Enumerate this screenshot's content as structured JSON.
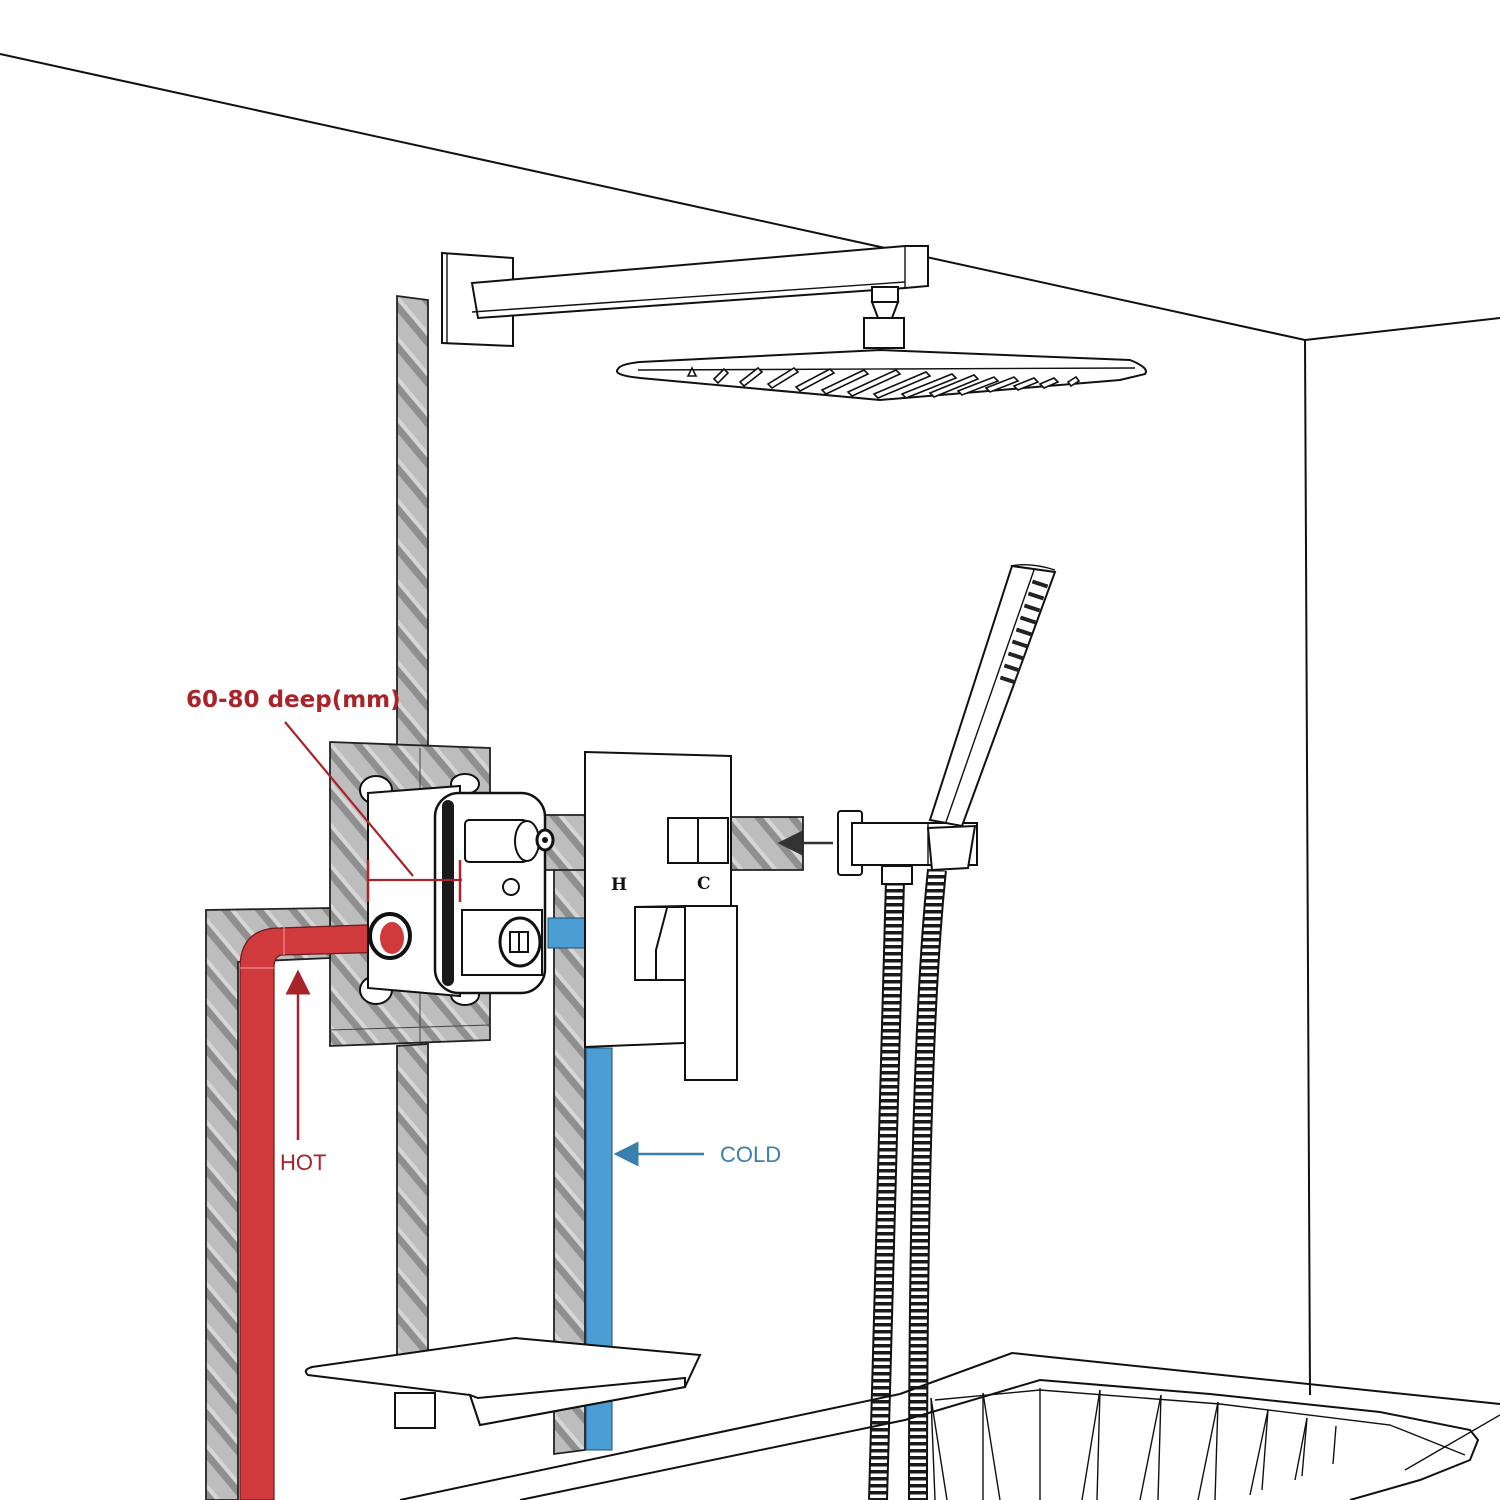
{
  "diagram": {
    "title": "Concealed shower system rough-in installation diagram",
    "colors": {
      "hot_pipe": "#D13A3C",
      "cold_pipe": "#4A9ED4",
      "hot_label": "#A8242B",
      "cold_label": "#3A80AE",
      "wall_channel": "#B8B8B8",
      "outline": "#111111"
    },
    "labels": {
      "depth": "60-80 deep(mm)",
      "hot": "HOT",
      "cold": "COLD",
      "valve_hot_mark": "H",
      "valve_cold_mark": "C"
    },
    "components": [
      {
        "id": "rain-shower-head",
        "name": "Square rain shower head"
      },
      {
        "id": "shower-arm",
        "name": "Wall-mounted square shower arm"
      },
      {
        "id": "rough-in-valve",
        "name": "Concealed rough-in valve body"
      },
      {
        "id": "trim-plate",
        "name": "Valve trim plate with lever handle and diverter"
      },
      {
        "id": "handheld-shower",
        "name": "Handheld shower wand"
      },
      {
        "id": "wall-elbow-holder",
        "name": "Wall supply elbow with holder"
      },
      {
        "id": "shower-hose",
        "name": "Stainless steel shower hose"
      },
      {
        "id": "tub-spout",
        "name": "Waterfall tub spout"
      },
      {
        "id": "bathtub",
        "name": "Bathtub"
      },
      {
        "id": "hot-supply-pipe",
        "name": "Hot water supply pipe"
      },
      {
        "id": "cold-supply-pipe",
        "name": "Cold water supply pipe"
      }
    ]
  }
}
